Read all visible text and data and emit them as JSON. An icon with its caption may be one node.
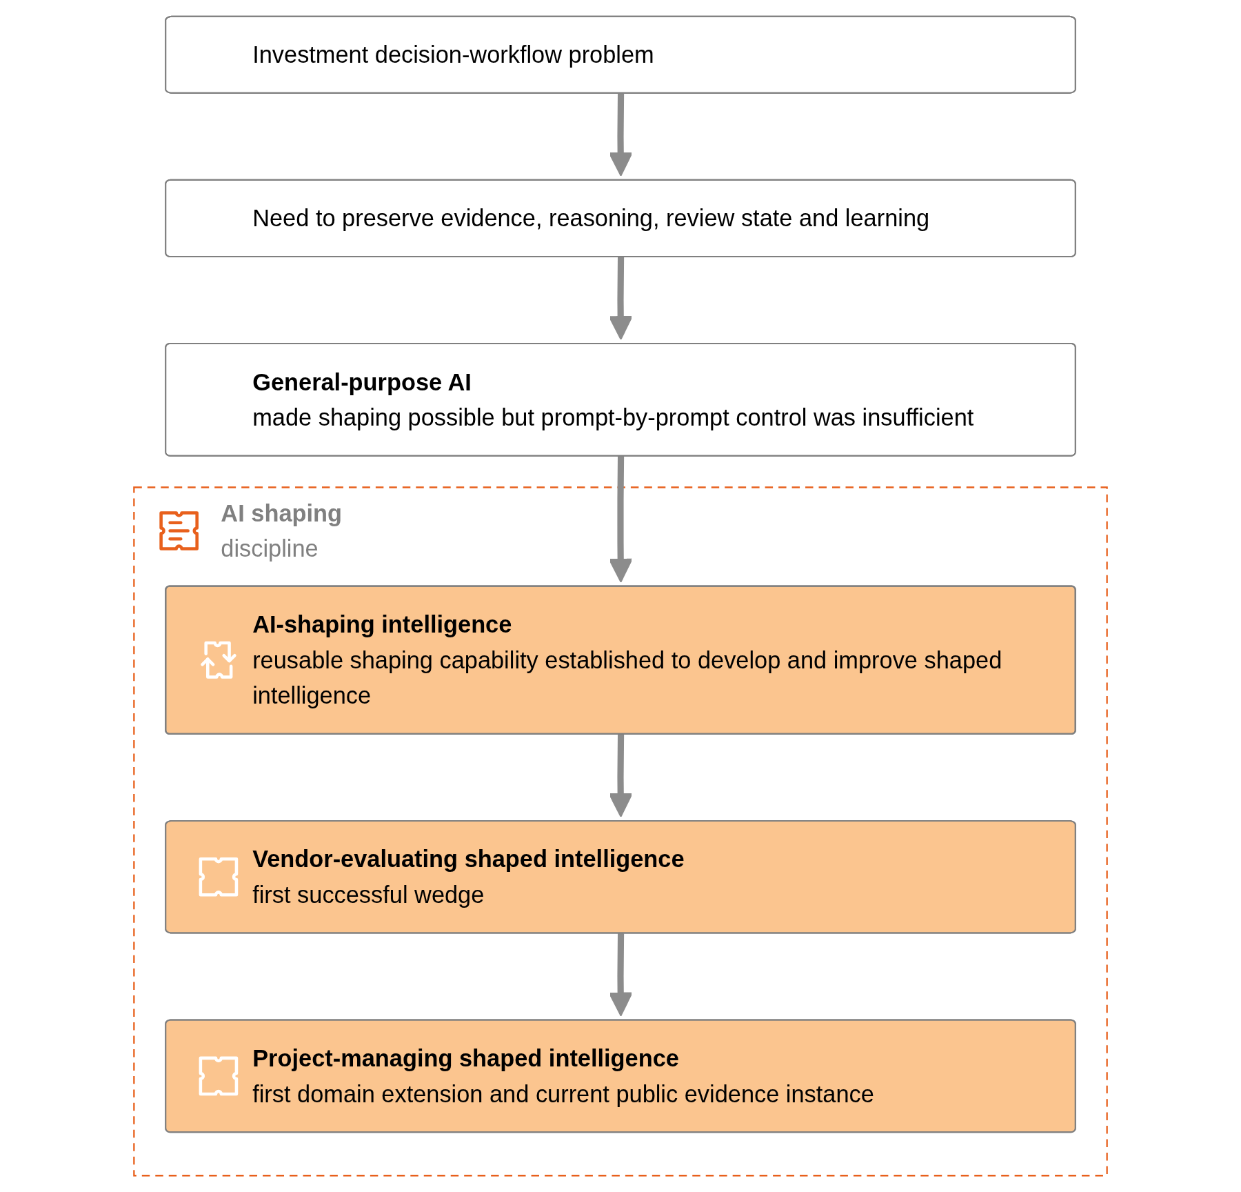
{
  "diagram": {
    "nodes": [
      {
        "text": [
          "Investment decision-workflow problem"
        ]
      },
      {
        "text": [
          "Need to preserve evidence, reasoning, review state and learning"
        ]
      },
      {
        "text": [
          "General-purpose AI",
          "made shaping possible but prompt-by-prompt control was insufficient"
        ]
      },
      {
        "text": [
          "AI shaping",
          "discipline"
        ]
      },
      {
        "text": [
          "AI-shaping intelligence",
          "reusable shaping capability established to develop and improve shaped intelligence"
        ],
        "in": 3
      },
      {
        "text": [
          "Vendor-evaluating shaped intelligence",
          "first successful wedge"
        ],
        "in": 3
      },
      {
        "text": [
          "Project-managing shaped intelligence",
          "first domain extension and current public evidence instance"
        ],
        "in": 3
      }
    ],
    "edges": [
      {
        "from": 0,
        "to": 1,
        "arrow": "to"
      },
      {
        "from": 1,
        "to": 2,
        "arrow": "to"
      },
      {
        "from": 2,
        "to": 4,
        "arrow": "to"
      },
      {
        "from": 4,
        "to": 5,
        "arrow": "to"
      },
      {
        "from": 5,
        "to": 6,
        "arrow": "to"
      }
    ]
  }
}
